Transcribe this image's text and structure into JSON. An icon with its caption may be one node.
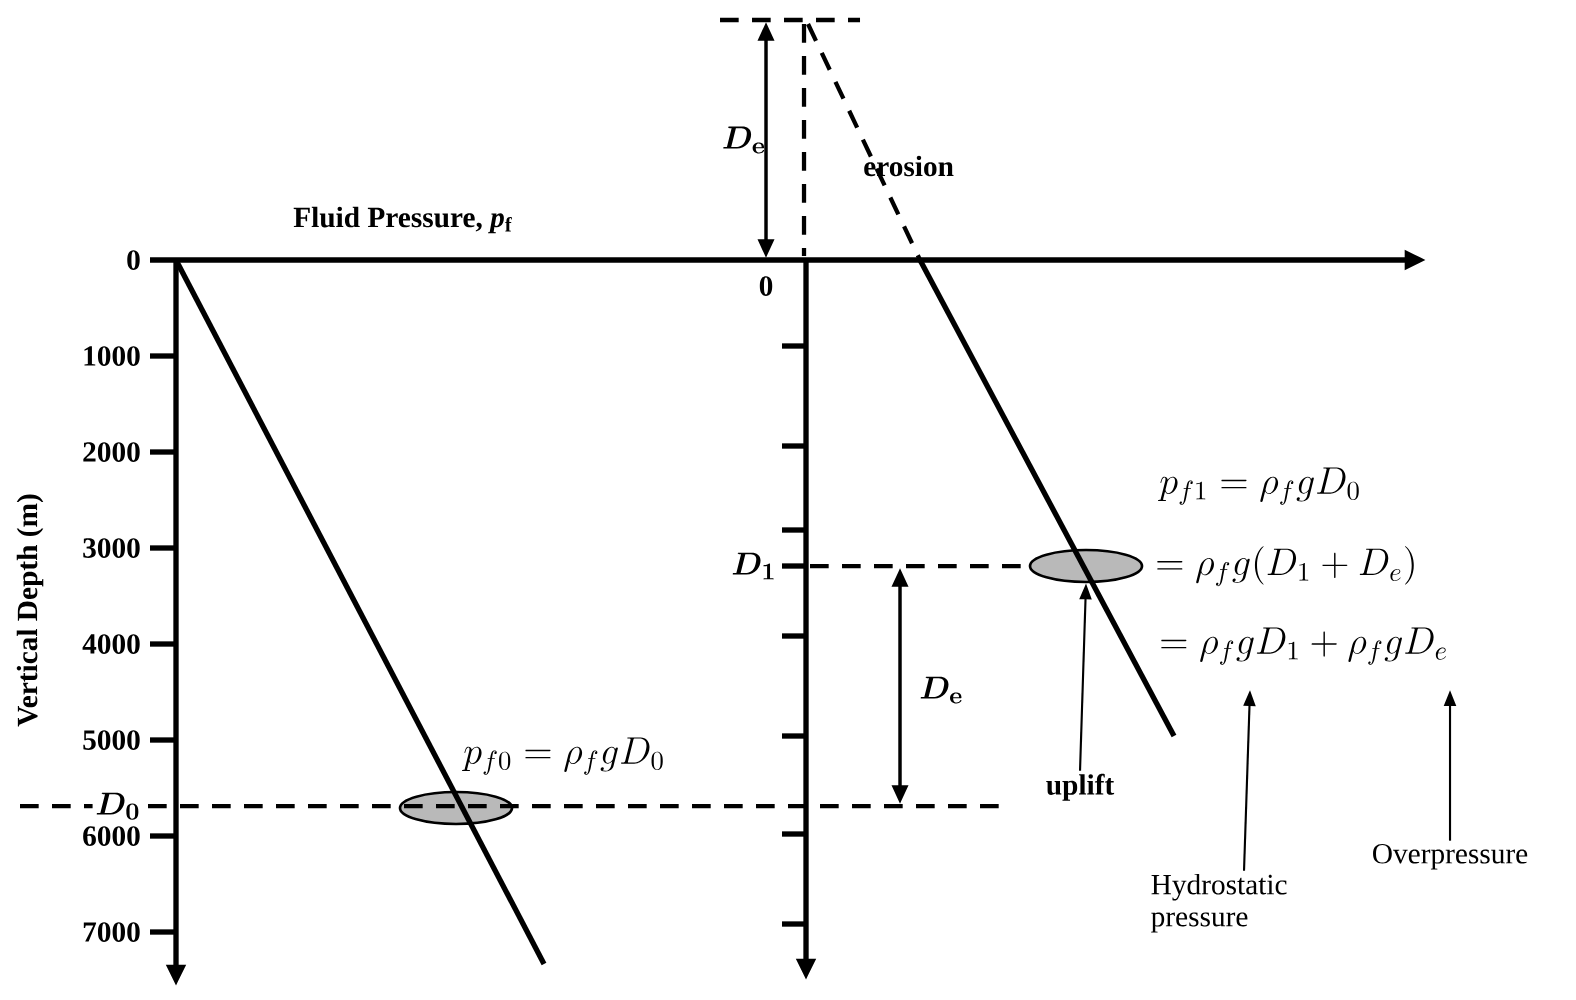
{
  "diagram": {
    "nodes": [
      {
        "text": [],
        "shape": "ellipse"
      },
      {
        "text": [],
        "shape": "ellipse"
      },
      {
        "text": [
          "uplift"
        ]
      },
      {
        "text": [
          "Hydrostatic pressure"
        ]
      },
      {
        "text": [
          "Overpressure"
        ]
      }
    ],
    "edges": [
      {
        "from": 2,
        "to": 1,
        "arrow": "to"
      },
      {
        "from": 3,
        "to": null,
        "arrow": "to"
      },
      {
        "from": 4,
        "to": null,
        "arrow": "to"
      }
    ],
    "labels": [
      "D_{\\mathbf{e}}",
      "erosion",
      "Fluid Pressure, *p*$_{f}$",
      "0",
      "1000",
      "2000",
      "3000",
      "4000",
      "5000",
      "6000",
      "7000",
      "0",
      "Vertical Depth (m)",
      "p_{f1} = \\rho_f g D_0",
      "= \\rho_f g(D_1 + D_e)",
      "= \\rho_f g D_1 + \\rho_f g D_e",
      "D_{\\mathbf{1}}",
      "D_{\\mathbf{e}}",
      "p_{f0} = \\rho_f g D_0",
      "D_{\\mathbf{0}}"
    ]
  }
}
